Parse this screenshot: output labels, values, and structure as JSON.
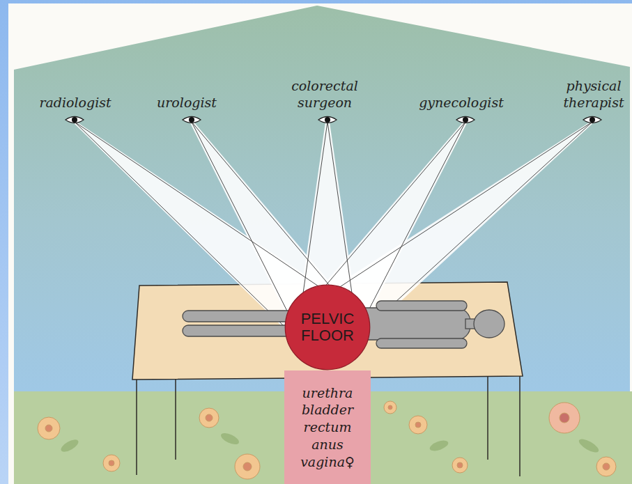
{
  "diagram": {
    "nodes": [
      {
        "text": [
          "PELVIC FLOOR"
        ]
      },
      {
        "text": [
          "urethra bladder rectum anus vagina♀"
        ]
      }
    ],
    "labels": [
      "radiologist",
      "urologist",
      "colorectal surgeon",
      "gynecologist",
      "physical therapist"
    ]
  }
}
